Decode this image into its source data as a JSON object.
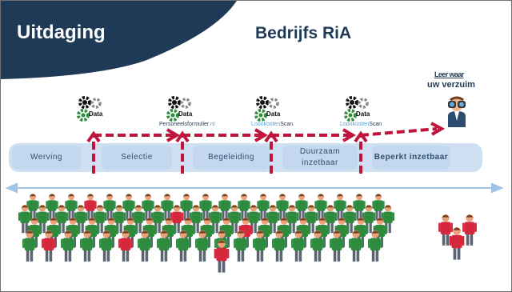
{
  "title_left": "Uitdaging",
  "title_right": "Bedrijfs RiA",
  "data_label": "Data",
  "sources": [
    {
      "pre": "",
      "accent": "",
      "text": "Personeelsformulier",
      "suffix": ".nl"
    },
    {
      "pre": "",
      "accent": "Loonkosten",
      "text": "Scan",
      "suffix": ""
    },
    {
      "pre": "",
      "accent": "Loonkosten",
      "text": "Scan",
      "suffix": ""
    }
  ],
  "stages": [
    "Werving",
    "Selectie",
    "Begeleiding",
    "Duurzaam inzetbaar",
    "Beperkt inzetbaar"
  ],
  "logo": {
    "line1": "Leer waar",
    "line2": "uw verzuim"
  },
  "colors": {
    "header": "#1f3a56",
    "arrow": "#c0143c",
    "band": "#cfe0f2",
    "shirt_green": "#2e8b3e",
    "shirt_red": "#d6283c",
    "skin": "#e9a27a"
  }
}
